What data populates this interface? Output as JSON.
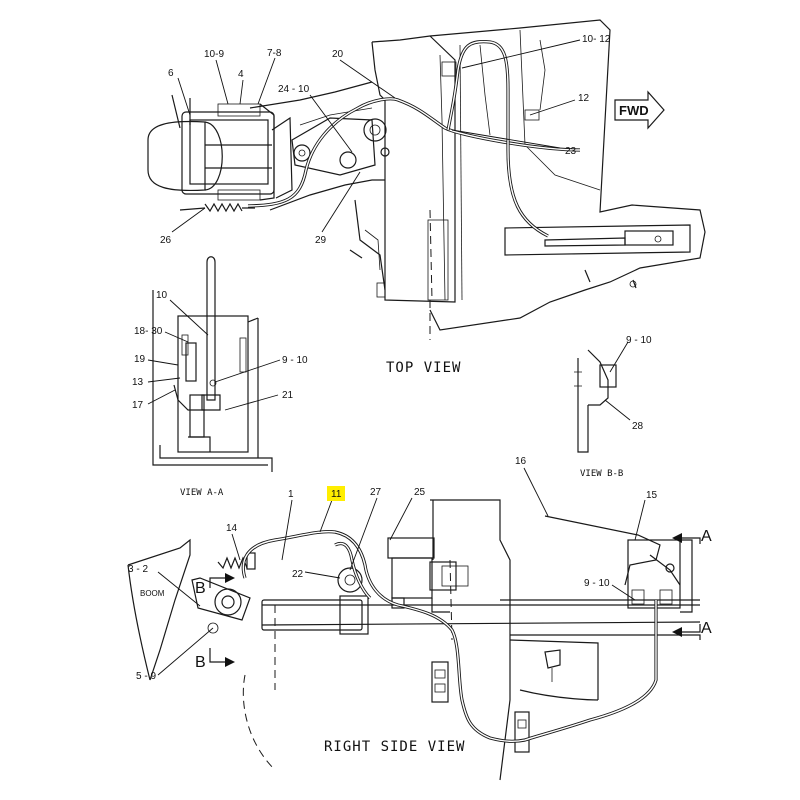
{
  "views": {
    "top": "TOP VIEW",
    "right_side": "RIGHT SIDE VIEW",
    "view_aa": "VIEW A-A",
    "view_bb": "VIEW B-B"
  },
  "fwd_label": "FWD",
  "boom_label": "BOOM",
  "section_markers": {
    "a": "A",
    "b": "B"
  },
  "callouts": {
    "c10_9": "10-9",
    "c4": "4",
    "c7_8": "7-8",
    "c6": "6",
    "c20": "20",
    "c24_10": "24 - 10",
    "c10_12": "10- 12",
    "c12": "12",
    "c23": "23",
    "c26": "26",
    "c29": "29",
    "c10": "10",
    "c18_30": "18- 30",
    "c19": "19",
    "c13": "13",
    "c17": "17",
    "c9_10_aa": "9 - 10",
    "c21": "21",
    "c9_10_bb": "9 - 10",
    "c28": "28",
    "c16": "16",
    "c15": "15",
    "c1": "1",
    "c11": "11",
    "c27": "27",
    "c25": "25",
    "c14": "14",
    "c3_2": "3 - 2",
    "c22": "22",
    "c9_10_rs": "9 - 10",
    "c5_9": "5 - 9"
  },
  "highlight_color": "#ffee00"
}
